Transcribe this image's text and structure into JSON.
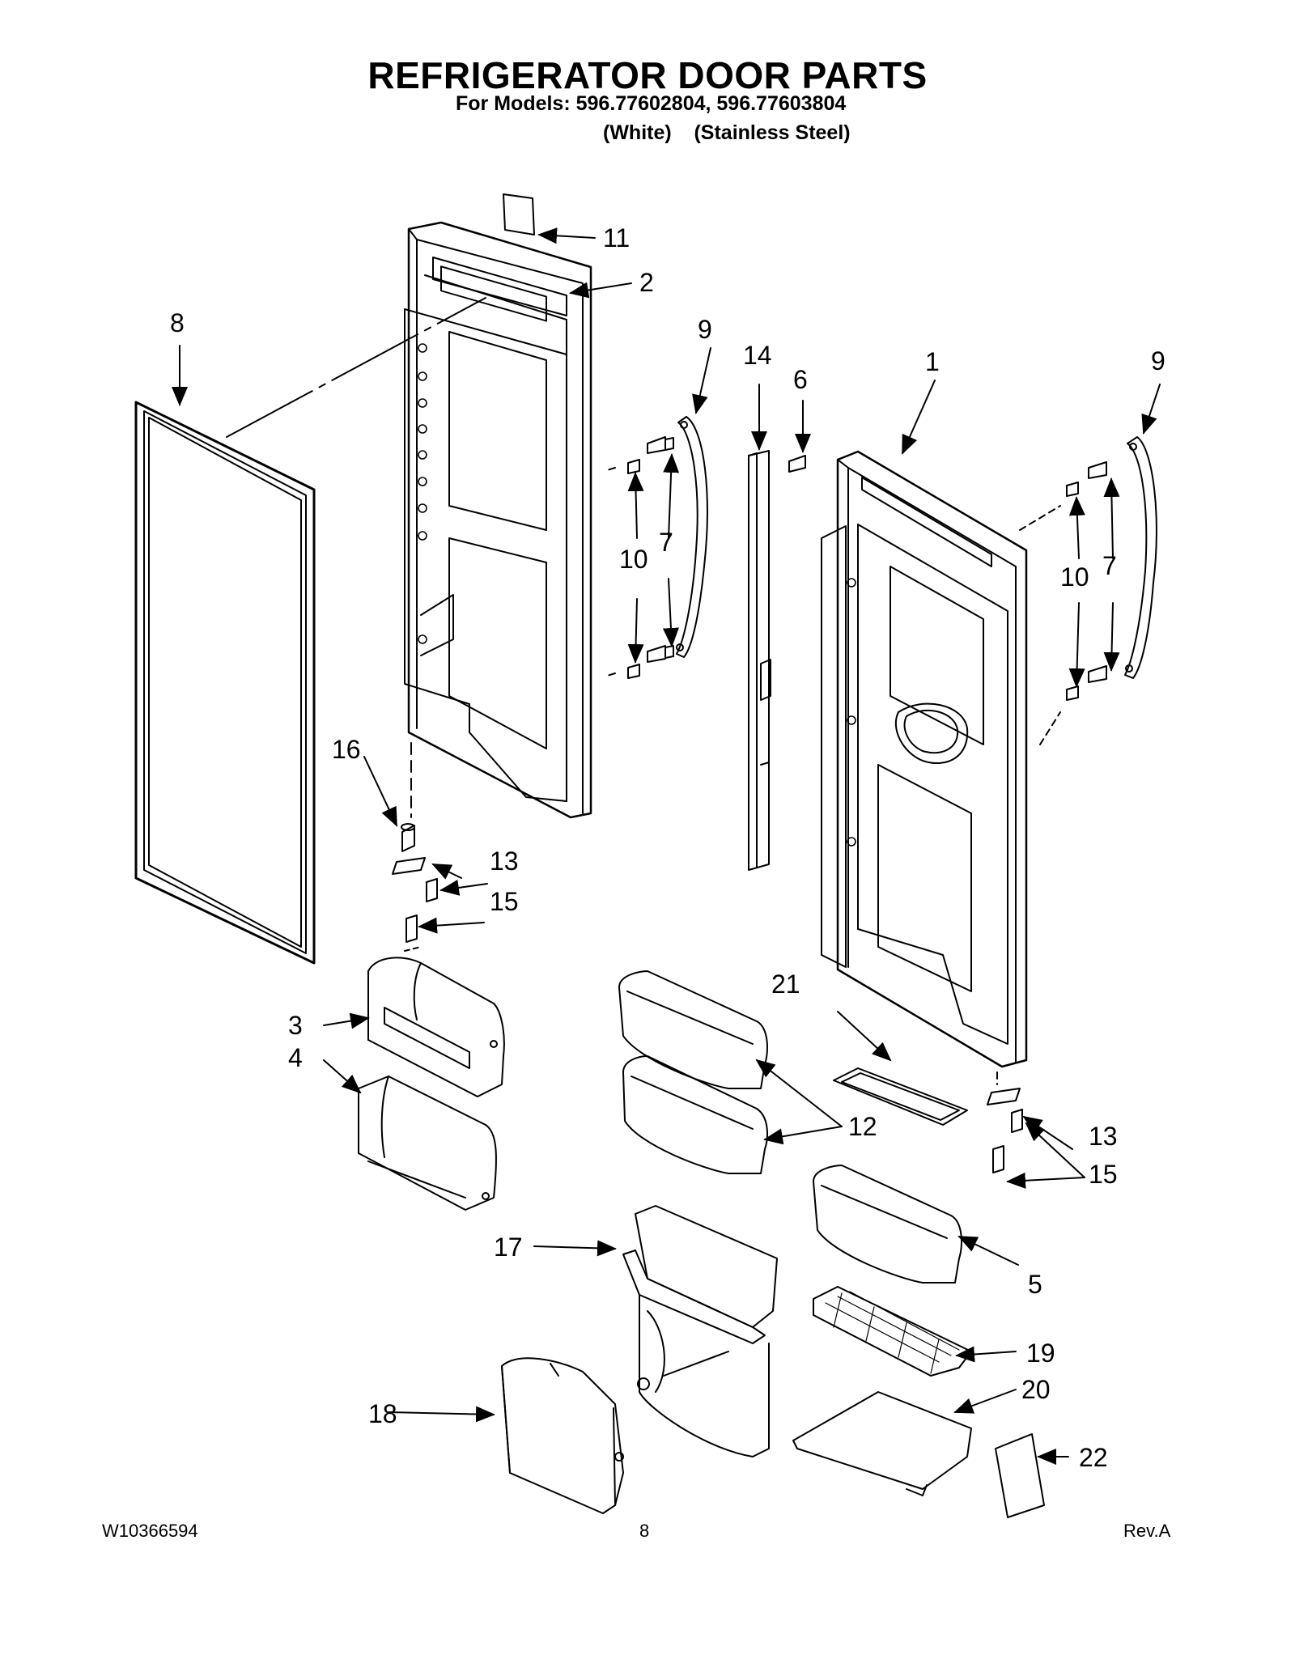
{
  "header": {
    "title": "REFRIGERATOR DOOR PARTS",
    "models_line": "For Models: 596.77602804, 596.77603804",
    "finish_line": "(White)    (Stainless Steel)"
  },
  "footer": {
    "doc_number": "W10366594",
    "page_number": "8",
    "revision": "Rev.A"
  },
  "callouts": {
    "c1": "1",
    "c2": "2",
    "c3": "3",
    "c4": "4",
    "c5": "5",
    "c6": "6",
    "c7a": "7",
    "c7b": "7",
    "c8": "8",
    "c9a": "9",
    "c9b": "9",
    "c10a": "10",
    "c10b": "10",
    "c11": "11",
    "c12": "12",
    "c13a": "13",
    "c13b": "13",
    "c14": "14",
    "c15a": "15",
    "c15b": "15",
    "c16": "16",
    "c17": "17",
    "c18": "18",
    "c19": "19",
    "c20": "20",
    "c21": "21",
    "c22": "22"
  }
}
